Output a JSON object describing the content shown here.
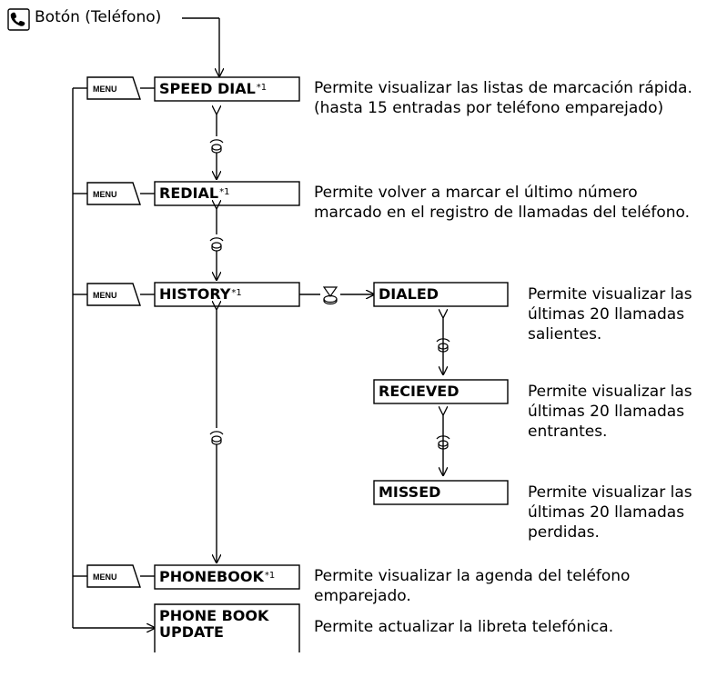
{
  "header": {
    "icon": "phone-icon",
    "label": "Botón (Teléfono)"
  },
  "menu_label": "MENU",
  "footnote_mark": "*1",
  "menu_items": [
    {
      "label": "SPEED DIAL",
      "note": "*1",
      "desc": [
        "Permite visualizar las listas de marcación rápida.",
        "(hasta 15 entradas por teléfono emparejado)"
      ]
    },
    {
      "label": "REDIAL",
      "note": "*1",
      "desc": [
        "Permite volver a marcar el último número",
        "marcado en el registro de llamadas del teléfono."
      ]
    },
    {
      "label": "HISTORY",
      "note": "*1",
      "desc": []
    },
    {
      "label": "PHONEBOOK",
      "note": "*1",
      "desc": [
        "Permite visualizar la agenda del teléfono",
        "emparejado."
      ]
    },
    {
      "label": "PHONE BOOK UPDATE",
      "lines": [
        "PHONE BOOK",
        "UPDATE"
      ],
      "desc": [
        "Permite actualizar la libreta telefónica."
      ]
    }
  ],
  "history_items": [
    {
      "label": "DIALED",
      "desc": [
        "Permite visualizar las",
        "últimas 20 llamadas",
        "salientes."
      ]
    },
    {
      "label": "RECIEVED",
      "desc": [
        "Permite visualizar las",
        "últimas 20 llamadas",
        "entrantes."
      ]
    },
    {
      "label": "MISSED",
      "desc": [
        "Permite visualizar las",
        "últimas 20 llamadas",
        "perdidas."
      ]
    }
  ],
  "icons": {
    "header": "phone-icon",
    "rotate": "rotate-knob-icon",
    "press": "press-knob-icon"
  }
}
